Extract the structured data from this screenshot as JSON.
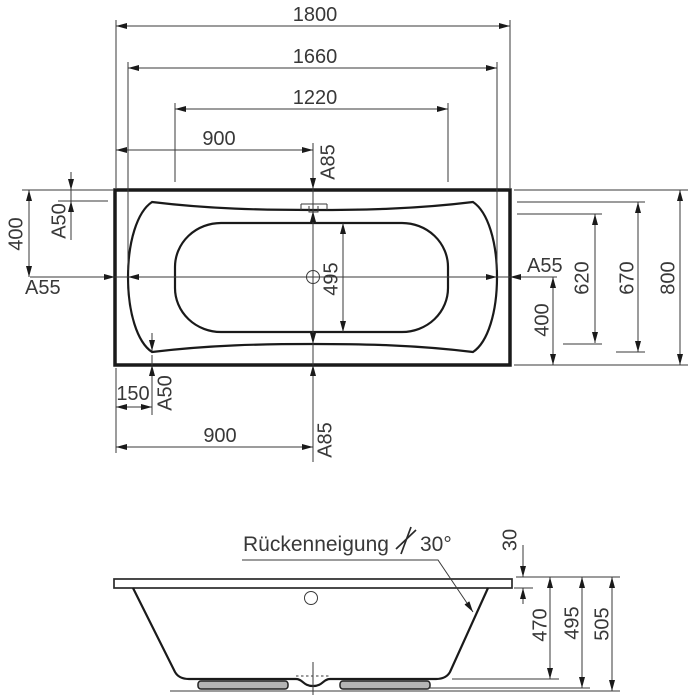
{
  "top_view": {
    "dim_1800": "1800",
    "dim_1660": "1660",
    "dim_1220": "1220",
    "dim_900_top": "900",
    "dim_a85_top": "A85",
    "dim_400_left": "400",
    "dim_a50_top_left": "A50",
    "dim_a55_left": "A55",
    "dim_495_floor": "495",
    "dim_a55_right": "A55",
    "dim_400_right": "400",
    "dim_620": "620",
    "dim_670": "670",
    "dim_800": "800",
    "dim_150": "150",
    "dim_a50_bottom_left": "A50",
    "dim_900_bottom": "900",
    "dim_a85_bottom": "A85"
  },
  "side_view": {
    "backrest_label": "Rückenneigung",
    "backrest_angle": "30°",
    "dim_30": "30",
    "dim_470": "470",
    "dim_495": "495",
    "dim_505": "505"
  },
  "colors": {
    "line": "#1a1a1a",
    "text": "#383838",
    "foot_fill": "#b4b4b4",
    "background": "#ffffff"
  }
}
